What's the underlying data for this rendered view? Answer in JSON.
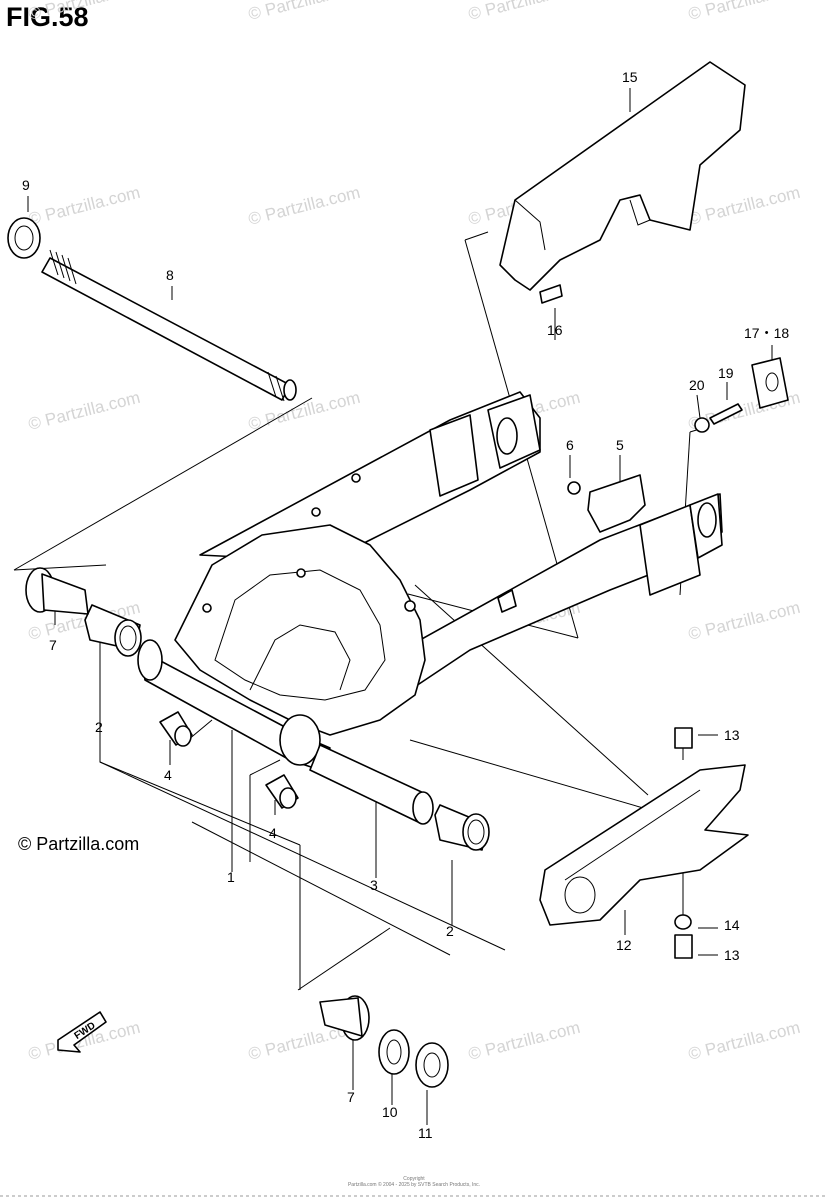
{
  "figure": {
    "title": "FIG.58"
  },
  "watermark": {
    "text": "© Partzilla.com"
  },
  "fwd_label": "FWD",
  "copyright_line1": "Copyright",
  "copyright_line2": "Partzilla.com © 2004 - 2025 by SVTB Search Products, Inc.",
  "callouts": [
    {
      "id": "c1",
      "label": "1"
    },
    {
      "id": "c2a",
      "label": "2"
    },
    {
      "id": "c2b",
      "label": "2"
    },
    {
      "id": "c3",
      "label": "3"
    },
    {
      "id": "c4a",
      "label": "4"
    },
    {
      "id": "c4b",
      "label": "4"
    },
    {
      "id": "c5",
      "label": "5"
    },
    {
      "id": "c6",
      "label": "6"
    },
    {
      "id": "c7a",
      "label": "7"
    },
    {
      "id": "c7b",
      "label": "7"
    },
    {
      "id": "c8",
      "label": "8"
    },
    {
      "id": "c9",
      "label": "9"
    },
    {
      "id": "c10",
      "label": "10"
    },
    {
      "id": "c11",
      "label": "11"
    },
    {
      "id": "c12",
      "label": "12"
    },
    {
      "id": "c13a",
      "label": "13"
    },
    {
      "id": "c13b",
      "label": "13"
    },
    {
      "id": "c14",
      "label": "14"
    },
    {
      "id": "c15",
      "label": "15"
    },
    {
      "id": "c16",
      "label": "16"
    },
    {
      "id": "c1718",
      "label": "17・18"
    },
    {
      "id": "c19",
      "label": "19"
    },
    {
      "id": "c20",
      "label": "20"
    }
  ]
}
